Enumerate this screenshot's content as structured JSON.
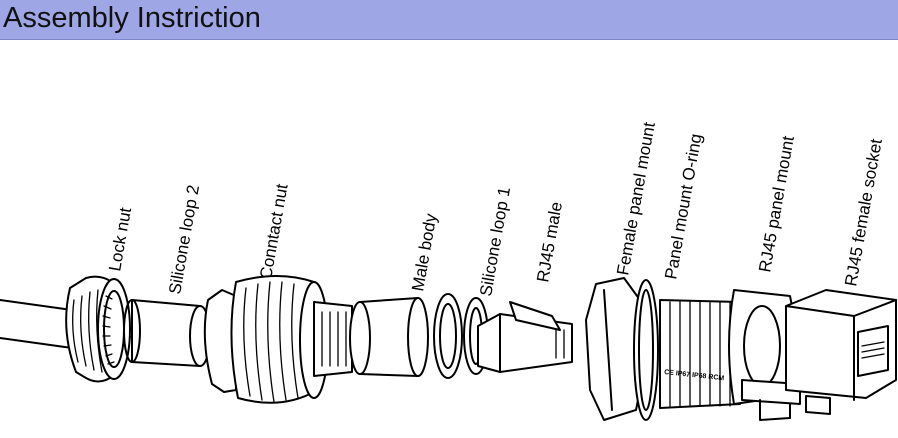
{
  "header": {
    "title": "Assembly Instriction"
  },
  "parts": [
    {
      "id": "lock-nut",
      "label": "Lock nut"
    },
    {
      "id": "silicone-loop-2",
      "label": "Silicone loop 2"
    },
    {
      "id": "contact-nut",
      "label": "Conntact nut"
    },
    {
      "id": "male-body",
      "label": "Male body"
    },
    {
      "id": "silicone-loop-1",
      "label": "Silicone loop 1"
    },
    {
      "id": "rj45-male",
      "label": "RJ45 male"
    },
    {
      "id": "female-panel-mount",
      "label": "Female panel mount"
    },
    {
      "id": "panel-mount-o-ring",
      "label": "Panel mount O-ring"
    },
    {
      "id": "rj45-panel-mount",
      "label": "RJ45 panel mount"
    },
    {
      "id": "rj45-female-socket",
      "label": "RJ45 female socket"
    }
  ],
  "panel_marking": "CE IP67 IP68 RCM"
}
